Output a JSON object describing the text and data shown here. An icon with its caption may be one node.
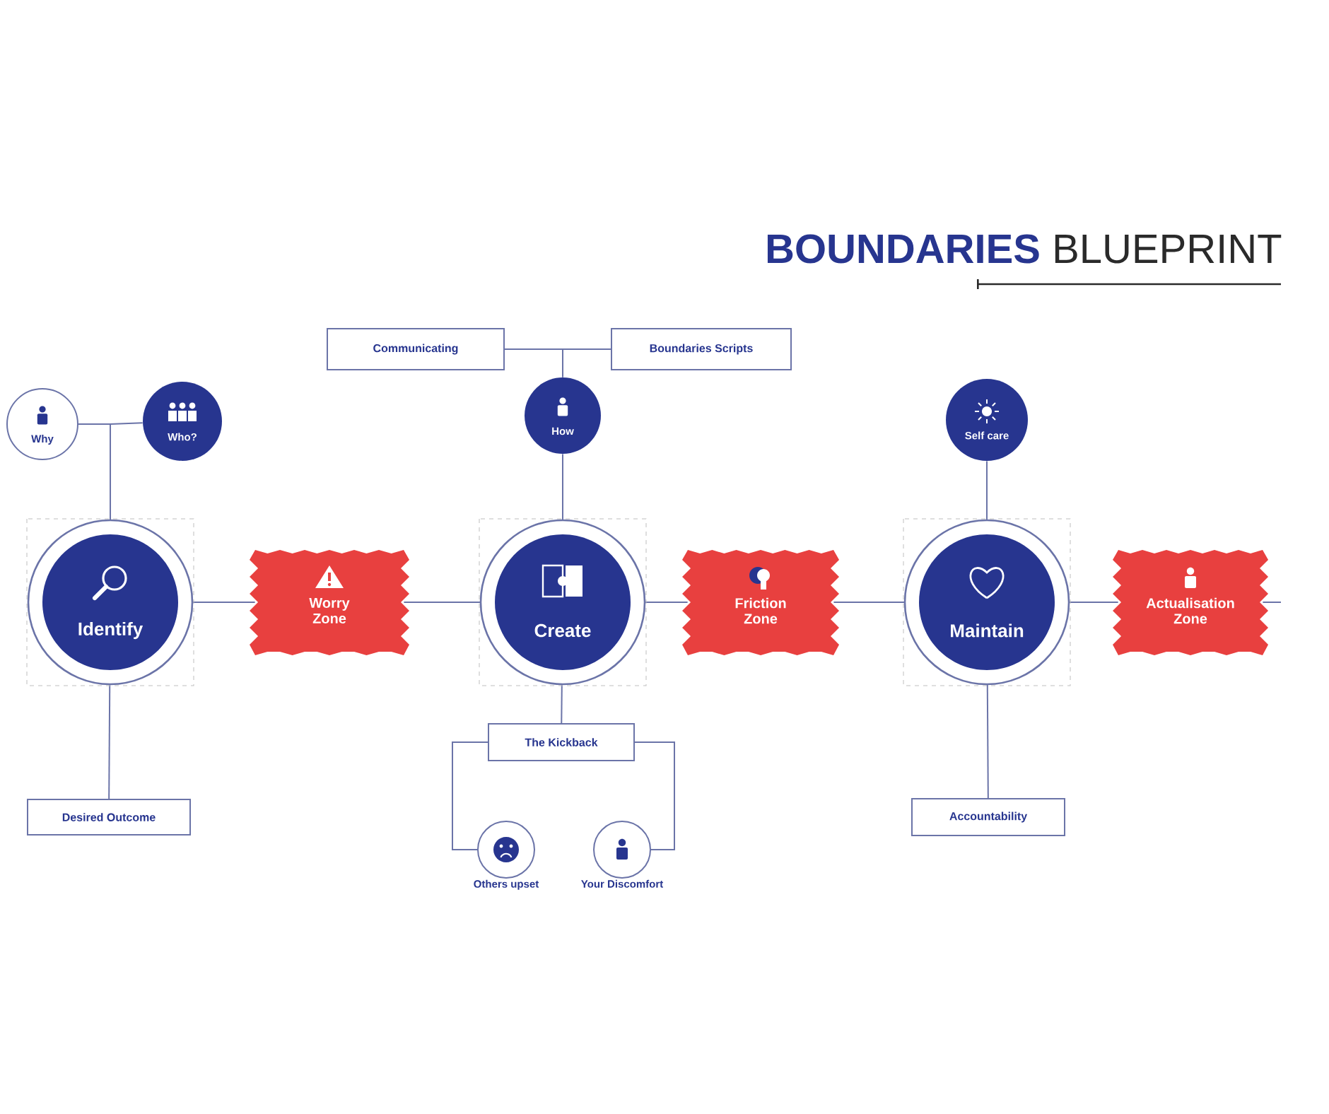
{
  "diagram": {
    "title": "**BOUNDARIES** BLUEPRINT",
    "nodes": [
      {
        "text": [
          "Why"
        ]
      },
      {
        "text": [
          "Who?"
        ]
      },
      {
        "text": [
          "Communicating"
        ]
      },
      {
        "text": [
          "Boundaries Scripts"
        ]
      },
      {
        "text": [
          "How"
        ]
      },
      {
        "text": [
          "Self care"
        ]
      },
      {
        "text": [
          "Identify"
        ]
      },
      {
        "text": [
          "Worry Zone"
        ]
      },
      {
        "text": [
          "Create"
        ]
      },
      {
        "text": [
          "Friction Zone"
        ]
      },
      {
        "text": [
          "Maintain"
        ]
      },
      {
        "text": [
          "Actualisation Zone"
        ]
      },
      {
        "text": [
          "The Kickback"
        ]
      },
      {
        "text": [
          "Desired Outcome"
        ]
      },
      {
        "text": [
          "Accountability"
        ]
      },
      {
        "text": [
          "Others upset"
        ]
      },
      {
        "text": [
          "Your Discomfort"
        ]
      }
    ],
    "edges": [
      {
        "from": 0,
        "to": 6,
        "arrow": "none"
      },
      {
        "from": 1,
        "to": 6,
        "arrow": "none"
      },
      {
        "from": 2,
        "to": 4,
        "arrow": "none"
      },
      {
        "from": 3,
        "to": 4,
        "arrow": "none"
      },
      {
        "from": 4,
        "to": 8,
        "arrow": "none"
      },
      {
        "from": 5,
        "to": 10,
        "arrow": "none"
      },
      {
        "from": 6,
        "to": 7,
        "arrow": "none"
      },
      {
        "from": 7,
        "to": 8,
        "arrow": "none"
      },
      {
        "from": 8,
        "to": 9,
        "arrow": "none"
      },
      {
        "from": 9,
        "to": 10,
        "arrow": "none"
      },
      {
        "from": 10,
        "to": 11,
        "arrow": "none"
      },
      {
        "from": 11,
        "to": null,
        "arrow": "none"
      },
      {
        "from": 6,
        "to": 13,
        "arrow": "none"
      },
      {
        "from": 8,
        "to": 12,
        "arrow": "none"
      },
      {
        "from": 10,
        "to": 14,
        "arrow": "none"
      },
      {
        "from": 12,
        "to": 15,
        "arrow": "none"
      },
      {
        "from": 12,
        "to": 16,
        "arrow": "none"
      }
    ]
  }
}
